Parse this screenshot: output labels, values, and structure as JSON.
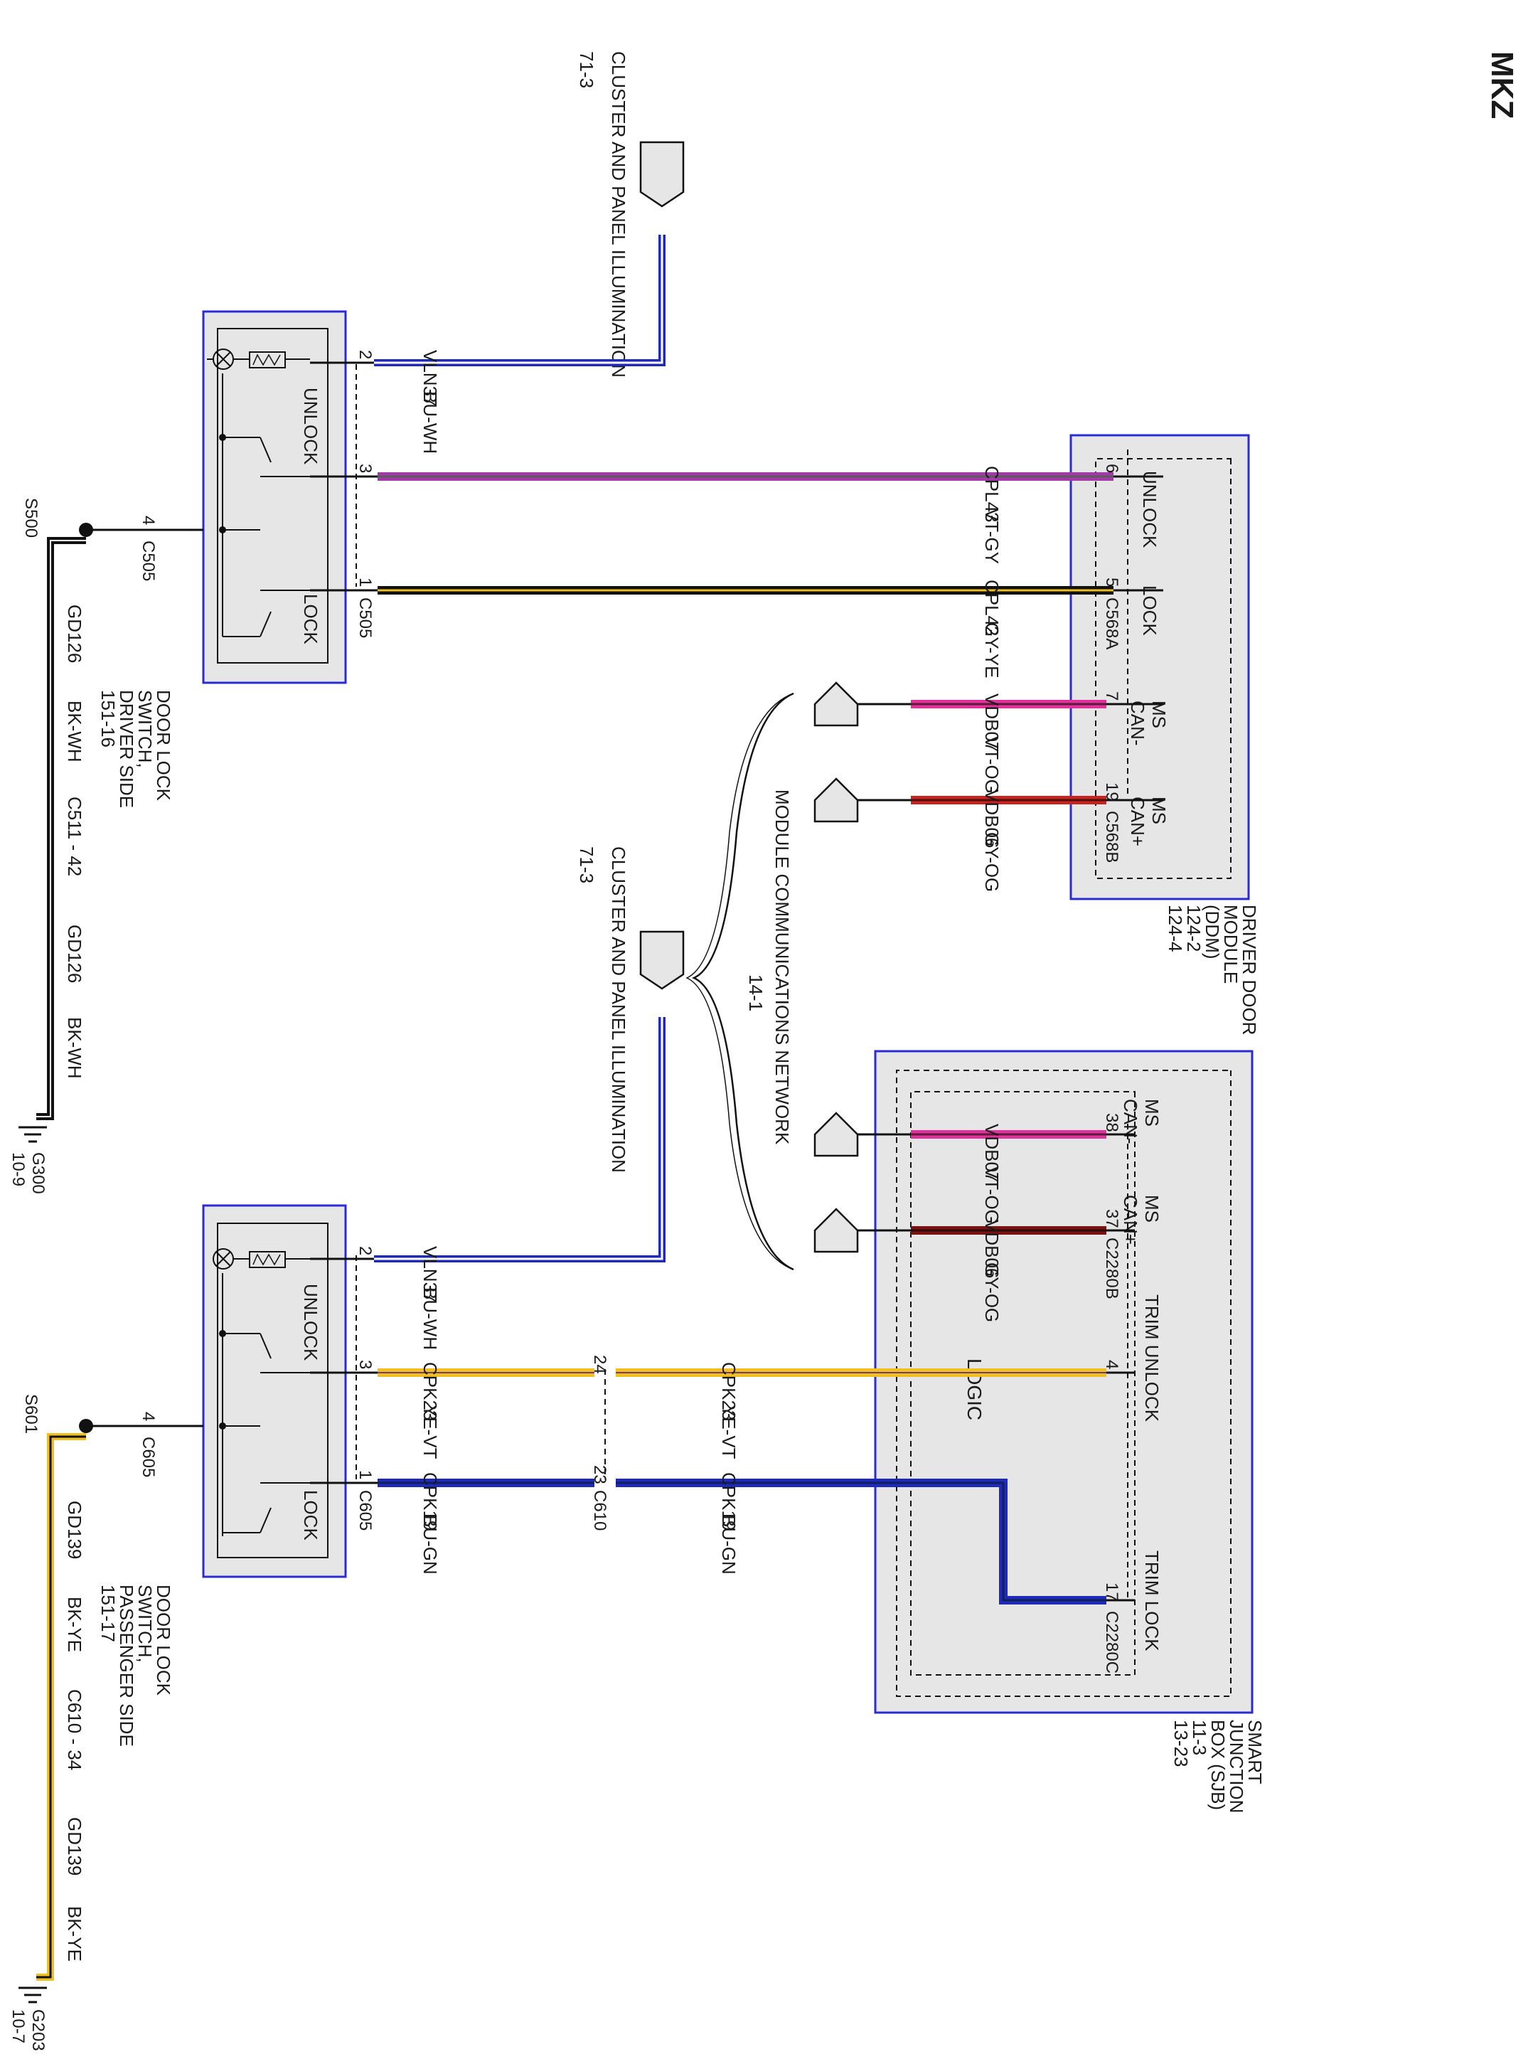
{
  "model": "MKZ",
  "colors": {
    "module_border": "#2b2bd6",
    "module_fill": "#e6e6e6",
    "blue": "#1f2ab8",
    "violet": "#a23aa8",
    "pink": "#e0329a",
    "red": "#c8231e",
    "dark_red": "#7a1212",
    "yellow": "#f0c020",
    "black": "#111111"
  },
  "illum_top": {
    "label": "CLUSTER AND PANEL ILLUMINATION",
    "ref": "71-3"
  },
  "illum_bottom": {
    "label": "CLUSTER AND PANEL ILLUMINATION",
    "ref": "71-3"
  },
  "driver_switch": {
    "lines": [
      "DOOR LOCK",
      "SWITCH,",
      "DRIVER SIDE",
      "151-16"
    ],
    "unlock": "UNLOCK",
    "lock": "LOCK",
    "pins": {
      "p2": "2",
      "p3": "3",
      "p1": "1",
      "p4": "4"
    },
    "conn": "C505",
    "conn_gnd": "C505"
  },
  "passenger_switch": {
    "lines": [
      "DOOR LOCK",
      "SWITCH,",
      "PASSENGER SIDE",
      "151-17"
    ],
    "unlock": "UNLOCK",
    "lock": "LOCK",
    "pins": {
      "p2": "2",
      "p3": "3",
      "p1": "1",
      "p4": "4"
    },
    "conn": "C605",
    "conn_gnd": "C605"
  },
  "ddm": {
    "lines": [
      "DRIVER DOOR",
      "MODULE",
      "(DDM)",
      "124-2",
      "124-4"
    ],
    "unlock": "UNLOCK",
    "lock": "LOCK",
    "can_minus": [
      "MS",
      "CAN-"
    ],
    "can_plus": [
      "MS",
      "CAN+"
    ],
    "pins": {
      "p6": "6",
      "p5": "5",
      "p7": "7",
      "p19": "19"
    },
    "conn_a": "C568A",
    "conn_b": "C568B"
  },
  "sjb": {
    "lines": [
      "SMART",
      "JUNCTION",
      "BOX (SJB)",
      "11-3",
      "13-23"
    ],
    "logic": "LOGIC",
    "can_minus": [
      "MS",
      "CAN-"
    ],
    "can_plus": [
      "MS",
      "CAN+"
    ],
    "trim_unlock": "TRIM UNLOCK",
    "trim_lock": "TRIM LOCK",
    "pins": {
      "p38": "38",
      "p37": "37",
      "p4": "4",
      "p17": "17"
    },
    "conn_b": "C2280B",
    "conn_c": "C2280C"
  },
  "network": {
    "ref": "14-1",
    "label": "MODULE COMMUNICATIONS NETWORK"
  },
  "wires": {
    "vln37_top": {
      "circuit": "VLN37",
      "color": "BU-WH"
    },
    "cpl43": {
      "circuit": "CPL43",
      "color": "VT-GY"
    },
    "cpl42": {
      "circuit": "CPL42",
      "color": "GY-YE"
    },
    "vdb07_ddm": {
      "circuit": "VDB07",
      "color": "VT-OG"
    },
    "vdb06_ddm": {
      "circuit": "VDB06",
      "color": "GY-OG"
    },
    "vdb07_sjb": {
      "circuit": "VDB07",
      "color": "VT-OG"
    },
    "vdb06_sjb": {
      "circuit": "VDB06",
      "color": "GY-OG"
    },
    "vln37_bot": {
      "circuit": "VLN37",
      "color": "BU-WH"
    },
    "cpk23_a": {
      "circuit": "CPK23",
      "color": "YE-VT"
    },
    "cpk23_b": {
      "circuit": "CPK23",
      "color": "YE-VT"
    },
    "cpk19_a": {
      "circuit": "CPK19",
      "color": "BU-GN"
    },
    "cpk19_b": {
      "circuit": "CPK19",
      "color": "BU-GN"
    }
  },
  "inline_c610": {
    "p24": "24",
    "p23": "23",
    "conn": "C610"
  },
  "ground_driver": {
    "splice": "S500",
    "circuit1": "GD126",
    "color1": "BK-WH",
    "inline": "C511 - 42",
    "circuit2": "GD126",
    "color2": "BK-WH",
    "ground": "G300",
    "ref": "10-9"
  },
  "ground_passenger": {
    "splice": "S601",
    "circuit1": "GD139",
    "color1": "BK-YE",
    "inline": "C610 - 34",
    "circuit2": "GD139",
    "color2": "BK-YE",
    "ground": "G203",
    "ref": "10-7"
  }
}
